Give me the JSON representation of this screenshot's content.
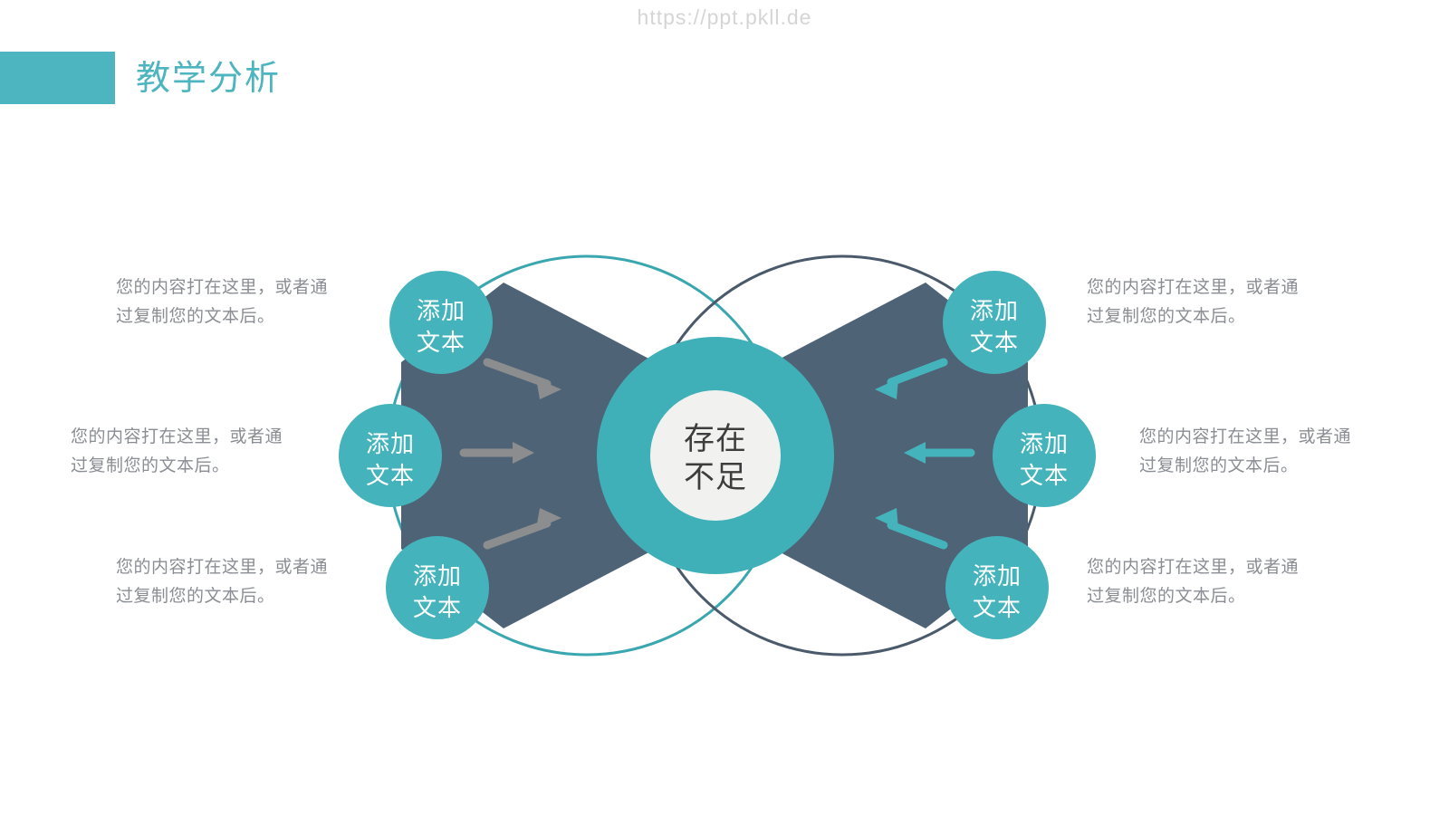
{
  "watermark": "https://ppt.pkll.de",
  "header": {
    "title": "教学分析",
    "accent_color": "#4cb5bf"
  },
  "palette": {
    "teal": "#45b3bb",
    "teal_dark": "#3aa7b0",
    "slate": "#4f6377",
    "slate_stroke": "#4a5a6b",
    "arrow_gray": "#8b8d8f",
    "arrow_teal": "#45b3bb",
    "core_inner": "#f1f2f0",
    "note_text": "#8a8d93",
    "watermark_color": "#d5d5d5"
  },
  "core": {
    "line1": "存在",
    "line2": "不足"
  },
  "nodes": {
    "left": [
      {
        "line1": "添加",
        "line2": "文本"
      },
      {
        "line1": "添加",
        "line2": "文本"
      },
      {
        "line1": "添加",
        "line2": "文本"
      }
    ],
    "right": [
      {
        "line1": "添加",
        "line2": "文本"
      },
      {
        "line1": "添加",
        "line2": "文本"
      },
      {
        "line1": "添加",
        "line2": "文本"
      }
    ]
  },
  "notes": {
    "left": [
      {
        "line1": "您的内容打在这里，或者通",
        "line2": "过复制您的文本后。"
      },
      {
        "line1": "您的内容打在这里，或者通",
        "line2": "过复制您的文本后。"
      },
      {
        "line1": "您的内容打在这里，或者通",
        "line2": "过复制您的文本后。"
      }
    ],
    "right": [
      {
        "line1": "您的内容打在这里，或者通",
        "line2": "过复制您的文本后。"
      },
      {
        "line1": "您的内容打在这里，或者通",
        "line2": "过复制您的文本后。"
      },
      {
        "line1": "您的内容打在这里，或者通",
        "line2": "过复制您的文本后。"
      }
    ]
  }
}
